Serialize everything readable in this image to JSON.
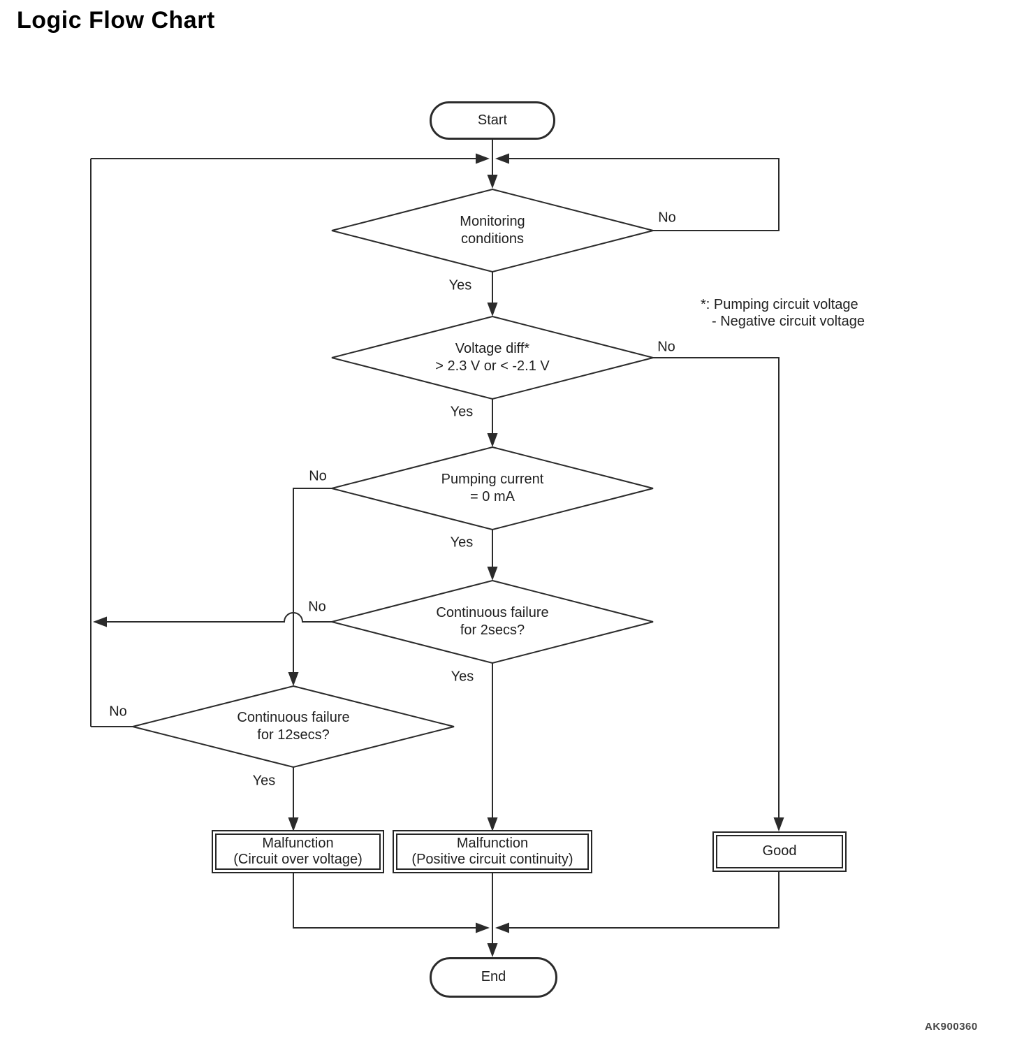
{
  "title": "Logic Flow Chart",
  "figure_code": "AK900360",
  "colors": {
    "line": "#2b2b2b",
    "text": "#1f1f1f",
    "background": "#ffffff"
  },
  "annotation": {
    "line1": "*: Pumping circuit voltage",
    "line2": "- Negative circuit voltage"
  },
  "nodes": {
    "start": {
      "label": "Start"
    },
    "monitoring": {
      "label": "Monitoring\nconditions"
    },
    "voltage_diff": {
      "label": "Voltage diff*\n> 2.3 V or < -2.1 V"
    },
    "pumping_current": {
      "label": "Pumping current\n= 0 mA"
    },
    "failure_2secs": {
      "label": "Continuous failure\nfor 2secs?"
    },
    "failure_12secs": {
      "label": "Continuous failure\nfor 12secs?"
    },
    "malfunction_over_voltage": {
      "label": "Malfunction\n(Circuit over voltage)"
    },
    "malfunction_positive_continuity": {
      "label": "Malfunction\n(Positive circuit continuity)"
    },
    "good": {
      "label": "Good"
    },
    "end": {
      "label": "End"
    }
  },
  "edge_labels": {
    "monitoring_no": "No",
    "monitoring_yes": "Yes",
    "voltage_diff_no": "No",
    "voltage_diff_yes": "Yes",
    "pumping_current_no": "No",
    "pumping_current_yes": "Yes",
    "failure_2secs_no": "No",
    "failure_2secs_yes": "Yes",
    "failure_12secs_no": "No",
    "failure_12secs_yes": "Yes"
  }
}
